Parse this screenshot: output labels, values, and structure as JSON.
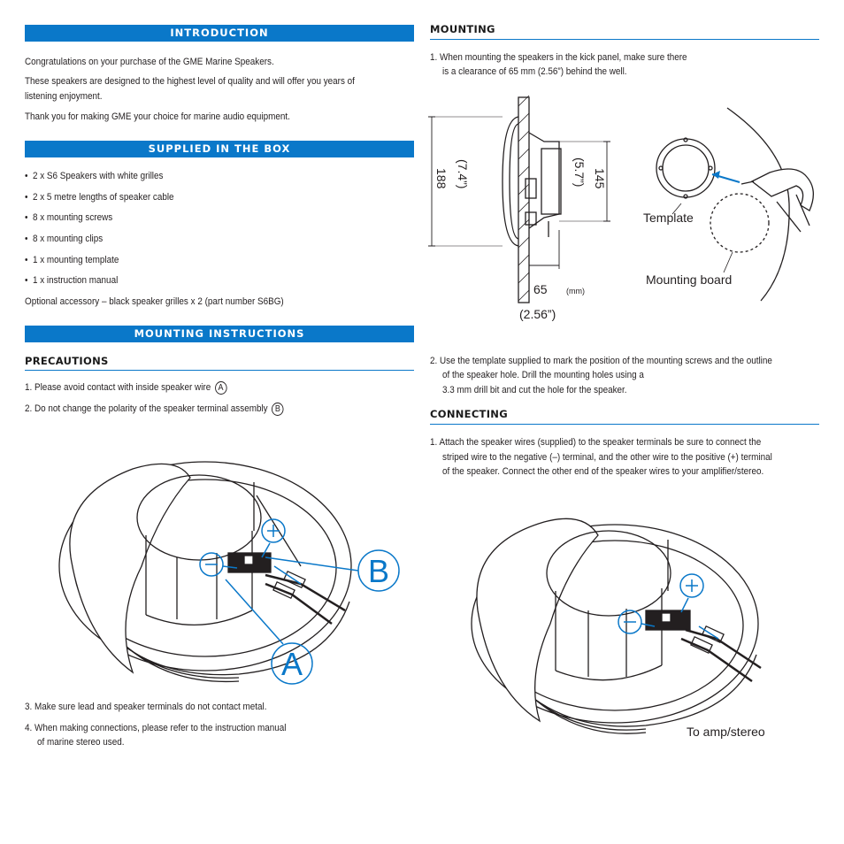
{
  "sections": {
    "introduction": "INTRODUCTION",
    "supplied": "SUPPLIED IN THE BOX",
    "mounting_instructions": "MOUNTING INSTRUCTIONS",
    "precautions": "PRECAUTIONS",
    "mounting": "MOUNTING",
    "connecting": "CONNECTING"
  },
  "intro": {
    "p1": "Congratulations on your purchase of the GME Marine Speakers.",
    "p2a": "These speakers are designed to the highest level of quality and will offer you years of",
    "p2b": "listening enjoyment.",
    "p3": "Thank you for making GME your choice for marine audio equipment."
  },
  "box_items": [
    "2 x S6 Speakers with white grilles",
    "2 x 5 metre lengths of speaker cable",
    "8 x mounting screws",
    "8 x mounting clips",
    "1 x mounting template",
    "1 x instruction manual"
  ],
  "optional": "Optional accessory – black speaker grilles x 2 (part number S6BG)",
  "precautions": {
    "item1": "1.  Please avoid contact with inside speaker wire",
    "item1_mark": "A",
    "item2": "2.  Do not change the polarity of the speaker terminal assembly",
    "item2_mark": "B",
    "item3": "3.  Make sure lead and speaker terminals do not contact metal.",
    "item4a": "4.  When making connections, please refer to the instruction manual",
    "item4b": "of marine stereo used."
  },
  "mounting": {
    "step1a": "1.  When mounting the speakers in the kick panel, make sure there",
    "step1b": "is a clearance of 65 mm (2.56”) behind the well.",
    "step2a": "2.  Use the template supplied to mark the position of the mounting screws and the outline",
    "step2b": "of the speaker hole. Drill the mounting holes using a",
    "step2c": "3.3 mm drill bit and cut the hole for the speaker."
  },
  "diagram": {
    "dim_188": "188",
    "dim_74": "(7.4”)",
    "dim_57": "(5.7”)",
    "dim_145": "145",
    "dim_65": "65",
    "dim_mm": "(mm)",
    "dim_256": "(2.56”)",
    "template": "Template",
    "mounting_board": "Mounting board",
    "callout_a": "A",
    "callout_b": "B",
    "plus": "+",
    "minus": "−"
  },
  "connecting": {
    "step1a": "1.  Attach the speaker wires (supplied) to the speaker terminals be sure to connect the",
    "step1b": "striped wire to the negative (–) terminal, and the other wire to the positive (+) terminal",
    "step1c": "of the speaker. Connect the other end of the speaker wires to your amplifier/stereo.",
    "to_amp": "To amp/stereo"
  },
  "colors": {
    "accent": "#0a78c9",
    "text": "#231f20"
  }
}
